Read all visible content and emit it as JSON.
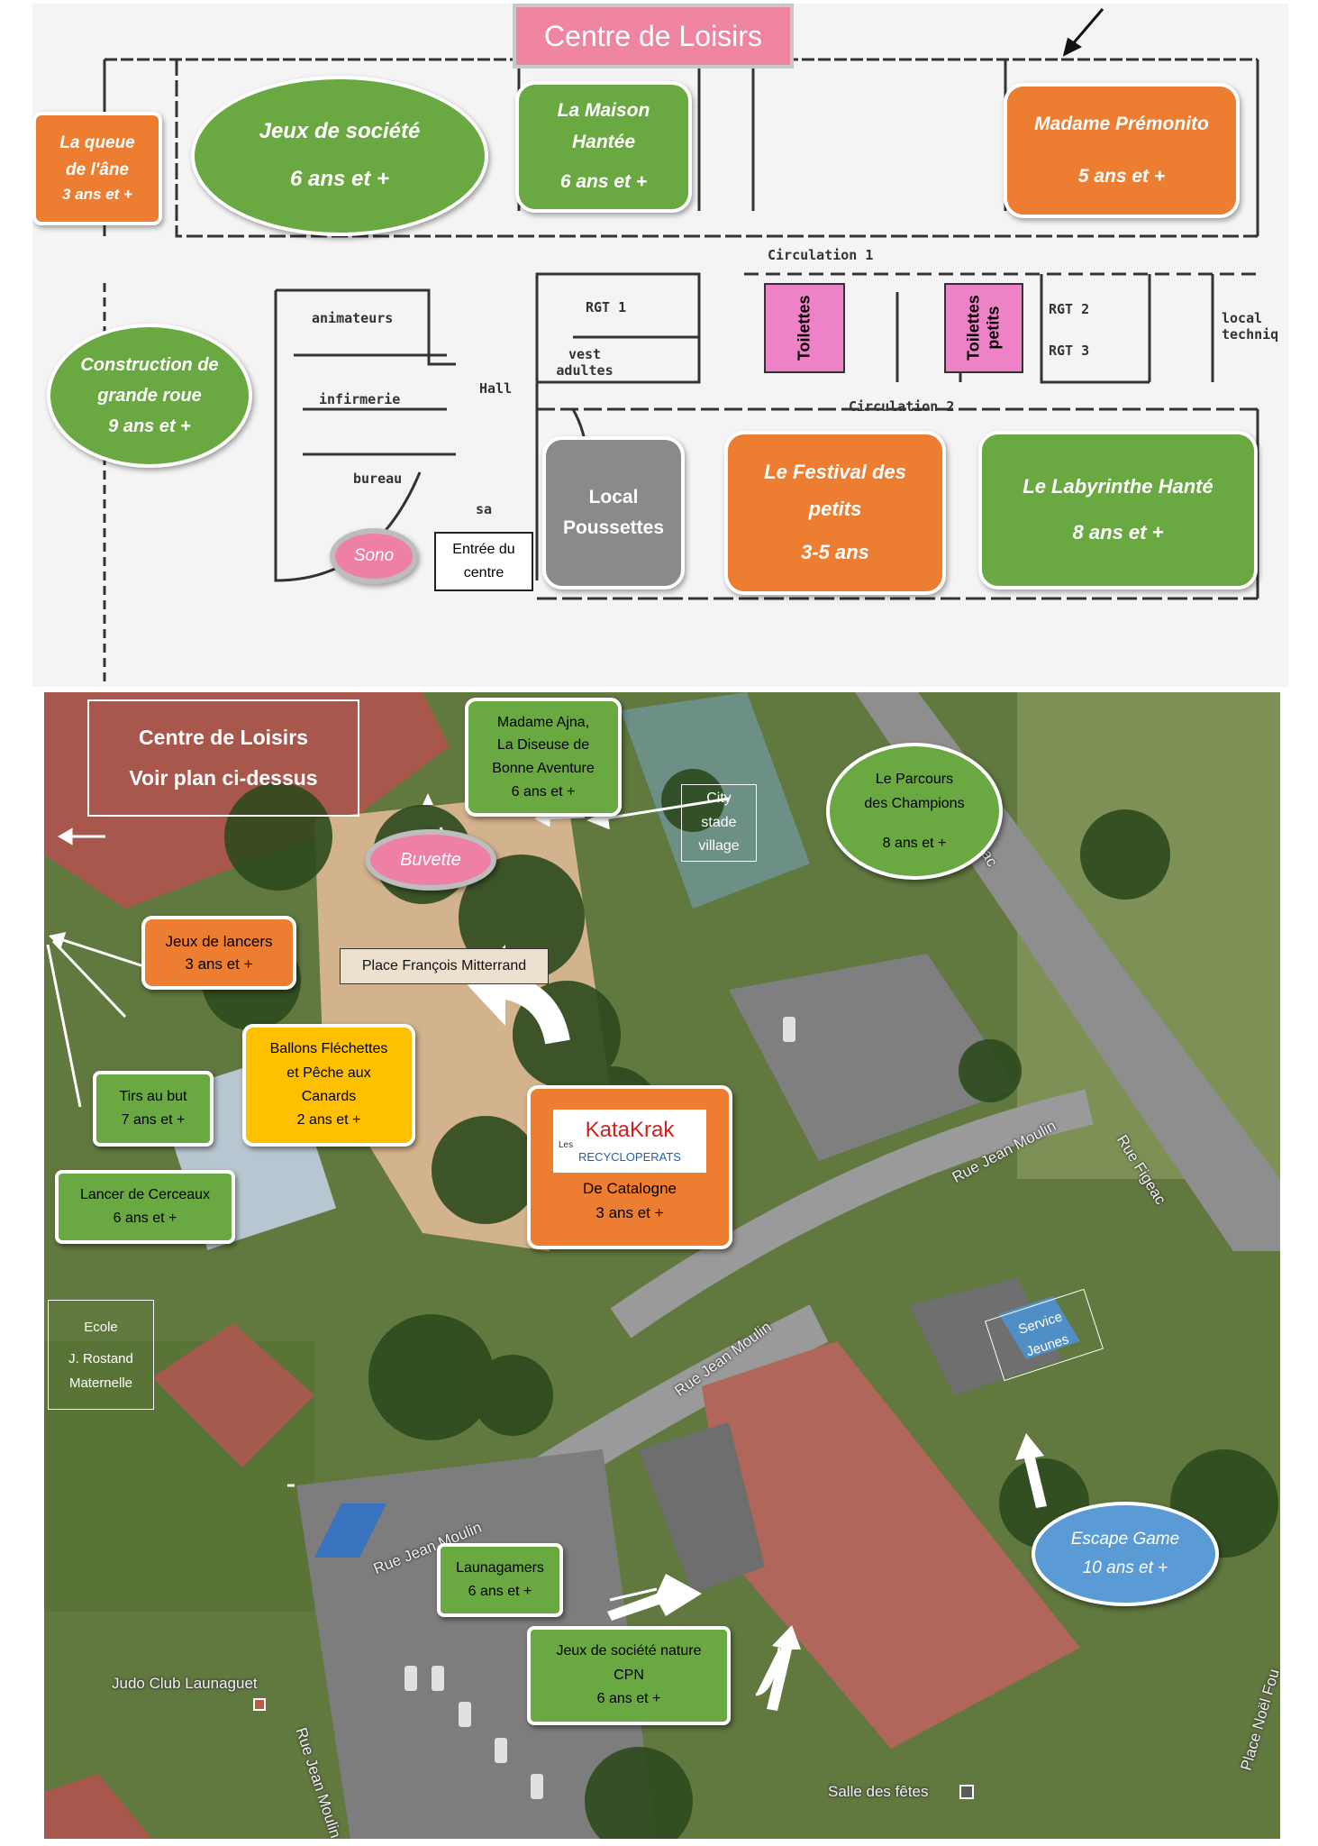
{
  "plan": {
    "title": "Centre de Loisirs",
    "rooms": {
      "circulation1": "Circulation 1",
      "circulation2": "Circulation 2",
      "animateurs": "animateurs",
      "infirmerie": "infirmerie",
      "bureau": "bureau",
      "hall": "Hall",
      "sa": "sa",
      "rgt1": "RGT 1",
      "vest_adultes": "vest adultes",
      "rgt2": "RGT 2",
      "rgt3": "RGT 3",
      "local_technique": "local techniq"
    },
    "activities": {
      "queue_ane": {
        "title": "La queue de l'âne",
        "age": "3 ans et +"
      },
      "jeux_societe": {
        "title": "Jeux de société",
        "age": "6 ans et +"
      },
      "maison_hantee": {
        "title": "La Maison Hantée",
        "age": "6 ans et +"
      },
      "premonito": {
        "title": "Madame Prémonito",
        "age": "5 ans et +"
      },
      "grande_roue": {
        "title": "Construction de grande roue",
        "age": "9 ans et +"
      },
      "local_poussettes": {
        "title": "Local Poussettes"
      },
      "festival_petits": {
        "title": "Le Festival des petits",
        "age": "3-5 ans"
      },
      "labyrinthe": {
        "title": "Le Labyrinthe Hanté",
        "age": "8 ans et +"
      },
      "sono": "Sono"
    },
    "toilettes": "Toilettes",
    "toilettes_petits": "Toilettes petits",
    "entree": "Entrée du centre"
  },
  "map": {
    "centre": {
      "title": "Centre de Loisirs",
      "subtitle": "Voir plan ci-dessus"
    },
    "madame_ajna": {
      "line1": "Madame Ajna,",
      "line2": "La Diseuse de",
      "line3": "Bonne Aventure",
      "age": "6 ans et +"
    },
    "parcours": {
      "line1": "Le Parcours",
      "line2": "des Champions",
      "age": "8 ans et +"
    },
    "city_stade": {
      "line1": "City",
      "line2": "stade",
      "line3": "village"
    },
    "buvette": "Buvette",
    "jeux_lancers": {
      "title": "Jeux de lancers",
      "age": "3 ans et +"
    },
    "place": "Place François Mitterrand",
    "ballons": {
      "line1": "Ballons Fléchettes",
      "line2": "et Pêche aux",
      "line3": "Canards",
      "age": "2 ans et +"
    },
    "tirs": {
      "title": "Tirs au but",
      "age": "7 ans et +"
    },
    "cerceaux": {
      "title": "Lancer de Cerceaux",
      "age": "6 ans et +"
    },
    "katakrak": {
      "logo1": "KataKrak",
      "logo2": "Les",
      "logo3": "RECYCLOPERATS",
      "title": "De Catalogne",
      "age": "3 ans et +"
    },
    "ecole": {
      "line1": "Ecole",
      "line2": "J. Rostand",
      "line3": "Maternelle"
    },
    "service_jeunes": {
      "line1": "Service",
      "line2": "Jeunes"
    },
    "escape": {
      "title": "Escape Game",
      "age": "10 ans et +"
    },
    "launagamers": {
      "title": "Launagamers",
      "age": "6 ans et +"
    },
    "jeux_nature": {
      "line1": "Jeux de société nature",
      "line2": "CPN",
      "age": "6 ans et +"
    },
    "streets": {
      "figeac_top": "Figeac",
      "figeac": "Rue Figeac",
      "jean_moulin_1": "Rue Jean Moulin",
      "jean_moulin_2": "Rue Jean Moulin",
      "jean_moulin_3": "Rue Jean Moulin",
      "jean_moulin_4": "Rue Jean Moulin",
      "noel": "Place Noël Fou"
    },
    "poi": {
      "judo": "Judo Club Launaguet",
      "salle": "Salle des fêtes"
    }
  }
}
